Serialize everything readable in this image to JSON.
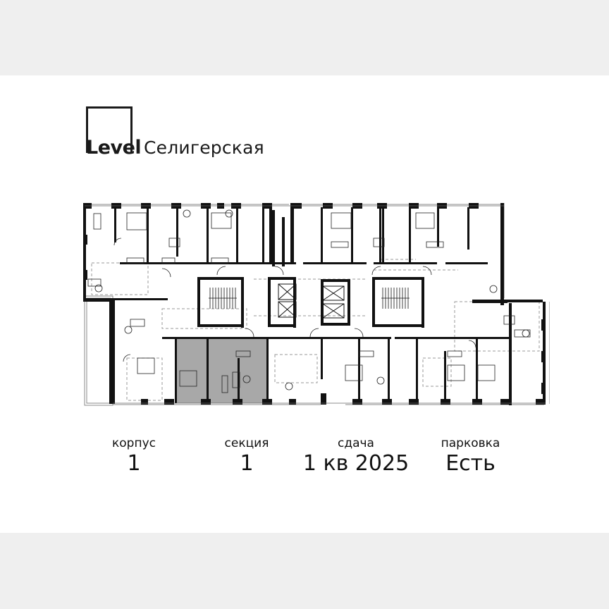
{
  "header": {
    "brand": "Level",
    "project_name": "Селигерская"
  },
  "floor_plan": {
    "highlighted_apartment": {
      "fill_color": "#a8a8a8",
      "position": "bottom-left section, between left corner apartment and center"
    },
    "wall_color": "#111111",
    "dashed_line_color": "#9a9a9a"
  },
  "details": [
    {
      "label": "корпус",
      "value": "1"
    },
    {
      "label": "секция",
      "value": "1"
    },
    {
      "label": "сдача",
      "value": "1 кв 2025"
    },
    {
      "label": "парковка",
      "value": "Есть"
    }
  ],
  "colors": {
    "background": "#efefef",
    "panel": "#ffffff",
    "text": "#111111",
    "highlight": "#a8a8a8"
  }
}
